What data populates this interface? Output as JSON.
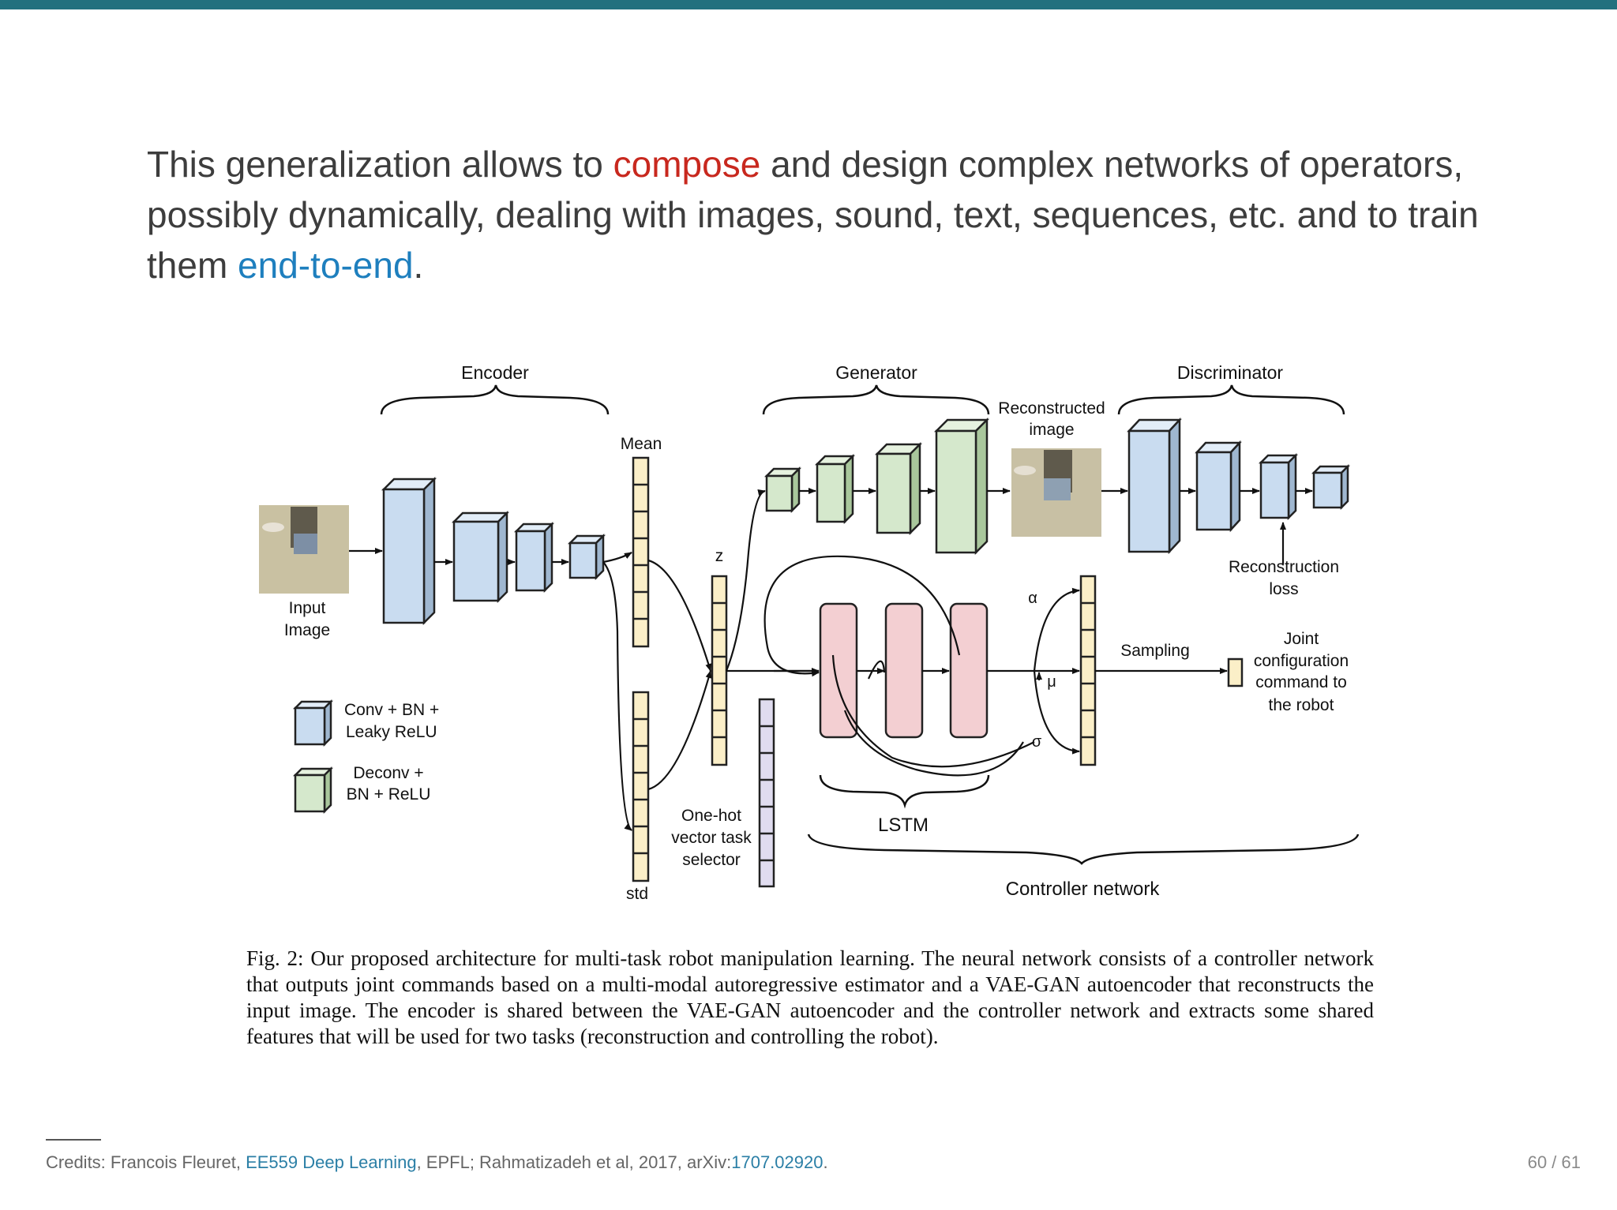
{
  "slide": {
    "paragraph": {
      "part1": "This generalization allows to ",
      "compose": "compose",
      "part2": " and design complex networks of operators, possibly dynamically, dealing with images, sound, text, sequences, etc. and to train them ",
      "end_to_end": "end-to-end",
      "part3": "."
    },
    "page": "60 / 61"
  },
  "figure": {
    "labels": {
      "encoder": "Encoder",
      "generator": "Generator",
      "discriminator": "Discriminator",
      "reconstructed_1": "Reconstructed",
      "reconstructed_2": "image",
      "mean": "Mean",
      "std": "std",
      "z": "z",
      "input_1": "Input",
      "input_2": "Image",
      "recon_loss_1": "Reconstruction",
      "recon_loss_2": "loss",
      "alpha": "α",
      "mu": "μ",
      "sigma": "σ",
      "sampling": "Sampling",
      "joint_1": "Joint",
      "joint_2": "configuration",
      "joint_3": "command to",
      "joint_4": "the robot",
      "legend_conv_1": "Conv + BN +",
      "legend_conv_2": "Leaky ReLU",
      "legend_deconv_1": "Deconv +",
      "legend_deconv_2": "BN + ReLU",
      "onehot_1": "One-hot",
      "onehot_2": "vector task",
      "onehot_3": "selector",
      "lstm": "LSTM",
      "controller": "Controller network"
    },
    "colors": {
      "conv": "#c9dcf0",
      "deconv": "#d5e8cc",
      "lstm": "#f3cfd2",
      "gauss": "#fbefc8",
      "onehot": "#e0dcef"
    },
    "caption": "Fig. 2: Our proposed architecture for multi-task robot manipulation learning. The neural network consists of a controller network that outputs joint commands based on a multi-modal autoregressive estimator and a VAE-GAN autoencoder that reconstructs the input image. The encoder is shared between the VAE-GAN autoencoder and the controller network and extracts some shared features that will be used for two tasks (reconstruction and controlling the robot)."
  },
  "footer": {
    "credits_prefix": "Credits: Francois Fleuret, ",
    "course_link": "EE559 Deep Learning",
    "credits_mid": ", EPFL; Rahmatizadeh et al, 2017, arXiv:",
    "arxiv_link": "1707.02920",
    "credits_end": "."
  }
}
